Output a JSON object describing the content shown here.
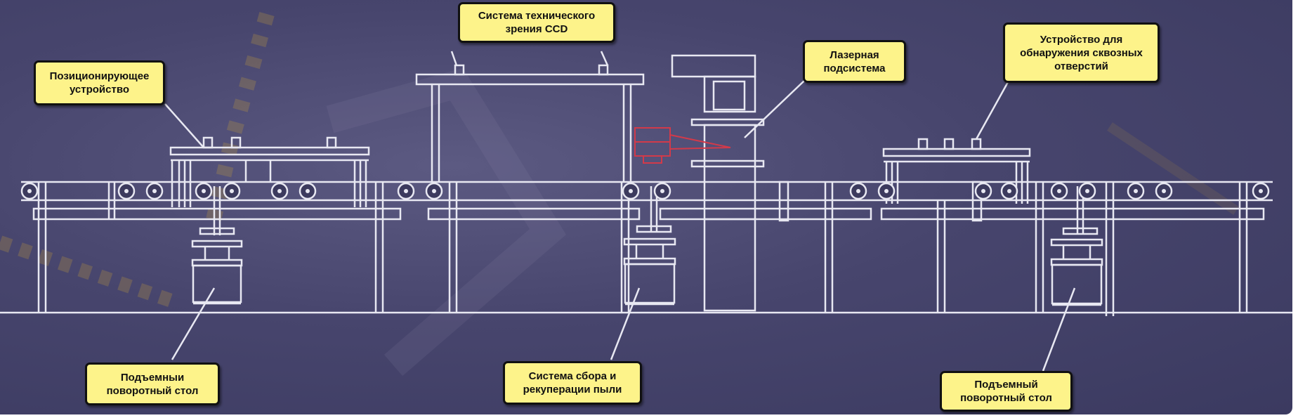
{
  "colors": {
    "background": "#45436b",
    "line": "#e8e8f2",
    "callout_fill": "#fdf38a",
    "callout_border": "#111111",
    "laser_accent": "#d23a4a"
  },
  "callouts": {
    "ccd_vision": {
      "line1": "Система технического",
      "line2": "зрения CCD"
    },
    "positioning": {
      "line1": "Позиционирующее",
      "line2": "устройство"
    },
    "laser": {
      "line1": "Лазерная",
      "line2": "подсистема"
    },
    "through_hole": {
      "line1": "Устройство для",
      "line2": "обнаружения сквозных",
      "line3": "отверстий"
    },
    "lift_table_left": {
      "line1": "Подъемныи",
      "line2": "поворотный стол"
    },
    "dust": {
      "line1": "Система сбора и",
      "line2": "рекуперации пыли"
    },
    "lift_table_right": {
      "line1": "Подъемный",
      "line2": "поворотный стол"
    }
  }
}
